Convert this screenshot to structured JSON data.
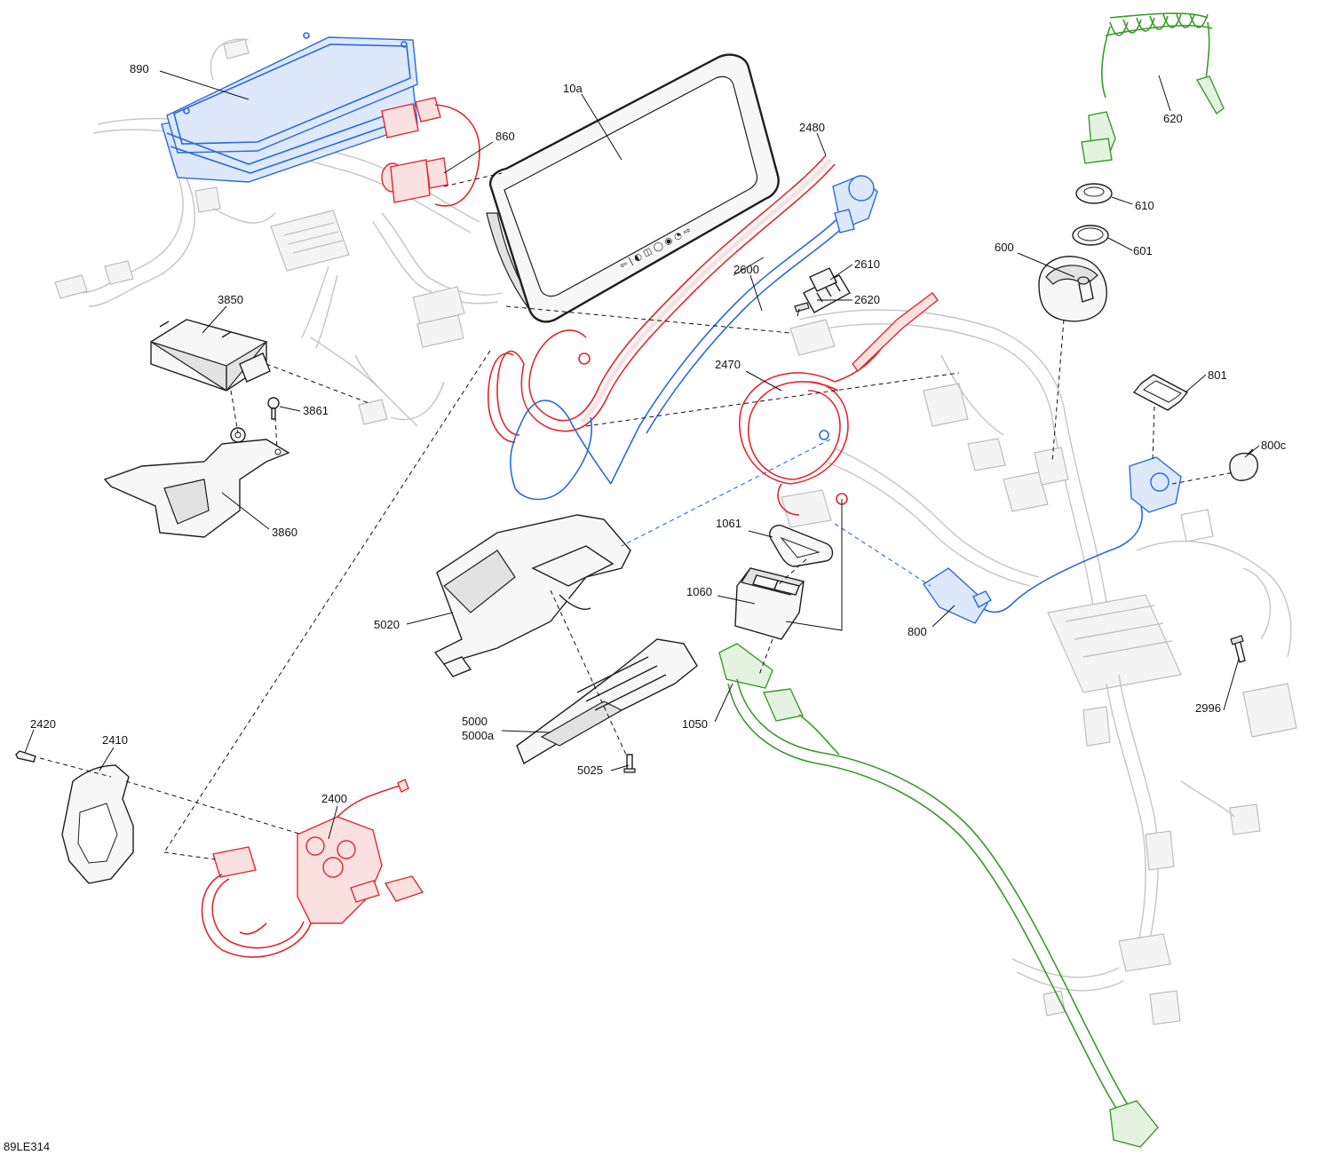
{
  "ref_code": "89LE314",
  "colors": {
    "red": "#e0282c",
    "blue": "#2a6ad8",
    "green": "#3a9a2a",
    "outline": "#1e1e1e",
    "ghost": "#c4c4c4"
  },
  "callouts": {
    "c890": "890",
    "c860": "860",
    "c10a": "10a",
    "c2480": "2480",
    "c2600": "2600",
    "c2610": "2610",
    "c2620": "2620",
    "c620": "620",
    "c610": "610",
    "c601": "601",
    "c600": "600",
    "c3850": "3850",
    "c3861": "3861",
    "c3860": "3860",
    "c2470": "2470",
    "c801": "801",
    "c800c": "800c",
    "c1061": "1061",
    "c1060": "1060",
    "c800": "800",
    "c5020": "5020",
    "c2996": "2996",
    "c1050": "1050",
    "c5000": "5000",
    "c5000a": "5000a",
    "c5025": "5025",
    "c2420": "2420",
    "c2410": "2410",
    "c2400": "2400"
  }
}
